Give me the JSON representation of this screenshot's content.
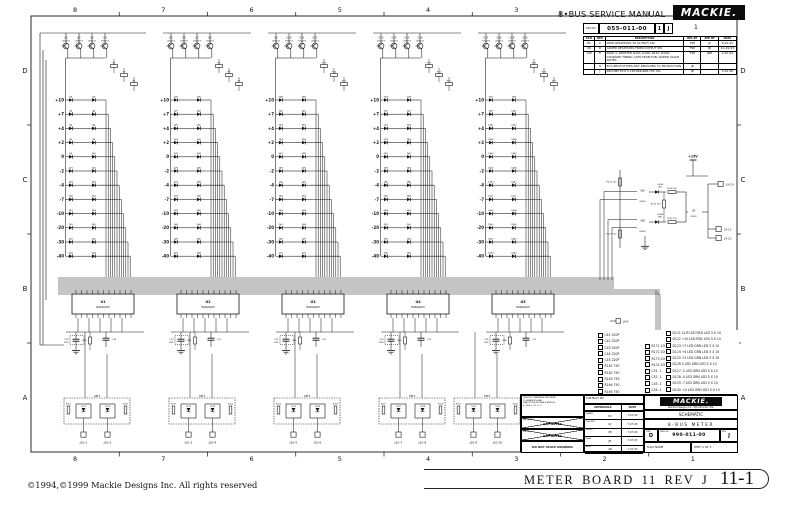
{
  "header": {
    "manual_title": "8•BUS SERVICE MANUAL",
    "logo": "MACKIE.",
    "docbar": {
      "dwg_label": "DWG NO.",
      "number": "055-011-00",
      "sheet": "1",
      "rev": "J",
      "zone": "1"
    }
  },
  "revision_table": {
    "headers": [
      "ECO",
      "REV",
      "DESCRIPTION",
      "REL BY",
      "APP BY",
      "DATE"
    ],
    "rows": [
      [
        "81",
        "C",
        "SPKR RESISTORS TO OUTPUT 5W",
        "TSH",
        "JC",
        "8-25-93"
      ],
      [
        "96",
        "D",
        "ADDED RESISTORS FROM OUTPUT 5W",
        "TSH",
        "JB",
        "11-29-93"
      ],
      [
        "138",
        "E",
        "PAGE 1: DELETED R165, R166, R167, R168; CHANGED TIMING CAPS FROM FAB; ADDED VALUE NOTES",
        "TSH",
        "JBB",
        "4-25-94"
      ],
      [
        "",
        "H",
        "ECO PROTOTYPES NOT RELEASED TO PRODUCTION",
        "JB",
        "",
        ""
      ],
      [
        "",
        "J",
        "RECOMP ECO'S 138,866,868,793,791",
        "JB",
        "",
        "3-10-98"
      ]
    ]
  },
  "zones": {
    "top": [
      "8",
      "7",
      "6",
      "5",
      "4",
      "3"
    ],
    "bottom": [
      "8",
      "7",
      "6",
      "5",
      "4",
      "3",
      "2",
      "1"
    ],
    "left": [
      "D",
      "C",
      "B",
      "A"
    ],
    "right": [
      "D",
      "C",
      "B",
      "A"
    ]
  },
  "meter_scale": [
    "+10",
    "+7",
    "+4",
    "+2",
    "0",
    "-2",
    "-4",
    "-7",
    "-10",
    "-20",
    "-30",
    "-40"
  ],
  "ic_sub": "BARGRAPH",
  "strips": [
    {
      "ic": "U1",
      "transistors": [
        "Q1 2N4403",
        "Q2 2N4403",
        "Q3 2N4403",
        "Q4 2N4403"
      ],
      "connectors": [
        "J10-1",
        "J10-2"
      ],
      "module": "OPT1"
    },
    {
      "ic": "U2",
      "transistors": [
        "Q5 2N4403",
        "Q6 2N4403",
        "Q7 2N4403",
        "Q8 2N4403"
      ],
      "connectors": [
        "J10-3",
        "J10-4"
      ],
      "module": "OPT2"
    },
    {
      "ic": "U3",
      "transistors": [
        "Q9 2N4403",
        "Q10 2N4403",
        "Q11 2N4403",
        "Q12 2N4403"
      ],
      "connectors": [
        "J10-5",
        "J10-6"
      ],
      "module": "OPT3"
    },
    {
      "ic": "U4",
      "transistors": [
        "Q13 2N4403",
        "Q14 2N4403",
        "Q15 2N4403",
        "Q16 2N4403"
      ],
      "connectors": [
        "J10-7",
        "J10-8"
      ],
      "module": "OPT4"
    },
    {
      "ic": "U5",
      "transistors": [
        "Q17 2N4403",
        "Q18 2N4403",
        "Q19 2N4403",
        "Q20 2N4403"
      ],
      "connectors": [
        "J10-9",
        "J10-10"
      ],
      "module": "OPT5"
    }
  ],
  "right_circuit": {
    "supply": "+15V",
    "opamps": [
      "U8A",
      "U8B"
    ],
    "opamp_part": "LM358",
    "driver": "U9",
    "diodes": [
      "D81 LL4148",
      "D82 LL4148"
    ],
    "resistors": [
      "R123 750",
      "R124 750",
      "R125 750",
      "R126 750",
      "R127 750"
    ],
    "connectors": [
      "J9-10",
      "J9-11",
      "J9-12"
    ],
    "aux_connector": "J9-8"
  },
  "parts_lists": {
    "col1": [
      "C41 220P",
      "C42 220P",
      "C43 220P",
      "C44 220P",
      "C45 220P",
      "R161 750",
      "R162 750",
      "R163 750",
      "R164 750",
      "R165 750"
    ],
    "col2": [
      "R171 10K",
      "R172 10K",
      "R173 10K",
      "R174 10K",
      "C51 .1",
      "C52 .1",
      "C53 .1",
      "C54 .1"
    ],
    "col3": [
      "D121 CLIP LED RED LED 5 X 10",
      "D122 +10 LED RED LED 5 X 10",
      "D123 +7 LED GRN LED 5 X 10",
      "D124 +4 LED GRN LED 5 X 10",
      "D125 +2 LED GRN LED 5 X 10",
      "D126 0 LED GRN LED 5 X 10",
      "D127 -2 LED GRN LED 5 X 10",
      "D128 -4 LED GRN LED 5 X 10",
      "D129 -7 LED GRN LED 5 X 10",
      "D130 -10 LED GRN LED 5 X 10"
    ]
  },
  "title_block": {
    "tolerances": "UNLESS OTHERWISE SPECIFIED\nTOLERANCES ARE:\nFRACTIONS  DECIMALS  ANGLES\n± 1/64   ± .01   ± 1°",
    "material_label": "MATERIAL:",
    "finish_label": "FINISH:",
    "see_notes": "SEE NOTES",
    "do_not_scale": "DO NOT SCALE DRAWING",
    "contract_label": "CONTRACT NO.",
    "approvals_label": "APPROVALS",
    "date_label": "DATE",
    "approval_rows": [
      [
        "DRAWN",
        "trh",
        "7-07-93"
      ],
      [
        "CHECKED",
        "DJ",
        "7-07-93"
      ],
      [
        "ISSUED",
        "CB",
        "7-07-93"
      ],
      [
        "ENGR",
        "JB",
        "7-07-93"
      ],
      [
        "APVD",
        "AB",
        "7-07-93"
      ]
    ],
    "company": "MACKIE.",
    "company_sub": "Mackie Designs Inc.   Woodinville, Wa.",
    "doc_type": "SCHEMATIC",
    "doc_title": "8-BUS  METER",
    "size_label": "SIZE",
    "size": "D",
    "dwg_no_label": "DWG NO.",
    "dwg_no": "990-011-00",
    "rev_label": "REV",
    "rev": "J",
    "scale_label": "SCALE",
    "scale": "NONE",
    "sheet_label": "SHEET",
    "sheet": "1 OF 1"
  },
  "footer": {
    "copyright": "©1994,©1999 Mackie Designs Inc. All rights reserved",
    "board_title": "METER BOARD 11 REV J",
    "page_number": "11-1"
  },
  "colors": {
    "ink": "#141414",
    "paper": "#ffffff",
    "logo_bg": "#0b0b0b"
  }
}
